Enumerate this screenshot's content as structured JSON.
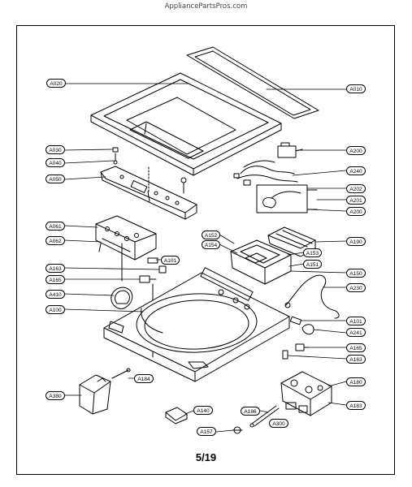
{
  "header": {
    "site": "AppliancePartsPros.com"
  },
  "footer": {
    "page": "5/19"
  },
  "labels": {
    "A020": "A020",
    "A010": "A010",
    "A030": "A030",
    "A040": "A040",
    "A050": "A050",
    "A200": "A200",
    "A240": "A240",
    "A202": "A202",
    "A201": "A201",
    "A200b": "A200",
    "A061": "A061",
    "A062": "A062",
    "A152": "A152",
    "A154": "A154",
    "A190": "A190",
    "A153": "A153",
    "A151": "A151",
    "A150": "A150",
    "A101": "A101",
    "A163": "A163",
    "A165": "A165",
    "A410": "A410",
    "A100": "A100",
    "A230": "A230",
    "A101b": "A101",
    "A241": "A241",
    "A165b": "A165",
    "A163b": "A163",
    "A184": "A184",
    "A380": "A380",
    "A180": "A180",
    "A183": "A183",
    "A186": "A186",
    "A140": "A140",
    "A300": "A300",
    "A157": "A157"
  }
}
